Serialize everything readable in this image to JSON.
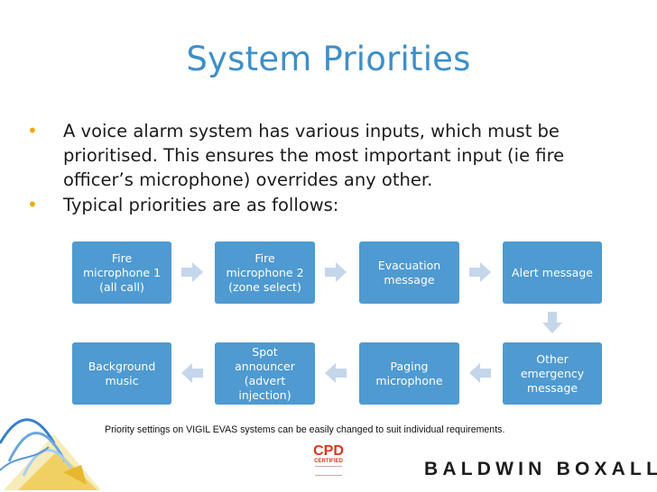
{
  "title": "System Priorities",
  "bullets": [
    "A voice alarm system has various inputs, which must be prioritised. This ensures the most important input (ie fire officer’s microphone) overrides any other.",
    "Typical priorities are as follows:"
  ],
  "flow": {
    "nodes": [
      {
        "id": "n1",
        "label": "Fire\nmicrophone 1\n(all call)"
      },
      {
        "id": "n2",
        "label": "Fire\nmicrophone 2\n(zone select)"
      },
      {
        "id": "n3",
        "label": "Evacuation\nmessage"
      },
      {
        "id": "n4",
        "label": "Alert message"
      },
      {
        "id": "n5",
        "label": "Other\nemergency\nmessage"
      },
      {
        "id": "n6",
        "label": "Paging\nmicrophone"
      },
      {
        "id": "n7",
        "label": "Spot announcer\n(advert\ninjection)"
      },
      {
        "id": "n8",
        "label": "Background\nmusic"
      }
    ],
    "edges": [
      [
        "n1",
        "n2"
      ],
      [
        "n2",
        "n3"
      ],
      [
        "n3",
        "n4"
      ],
      [
        "n4",
        "n5"
      ],
      [
        "n5",
        "n6"
      ],
      [
        "n6",
        "n7"
      ],
      [
        "n7",
        "n8"
      ]
    ]
  },
  "footnote": "Priority settings on VIGIL EVAS systems can be easily changed to suit individual requirements.",
  "cpd_logo": {
    "text": "CPD",
    "sub": "CERTIFIED"
  },
  "brand": "BALDWIN BOXALL",
  "colors": {
    "title": "#3e8fc9",
    "node": "#4e9ad1",
    "arrow": "#c4d6ea",
    "bullet": "#f2a900"
  }
}
